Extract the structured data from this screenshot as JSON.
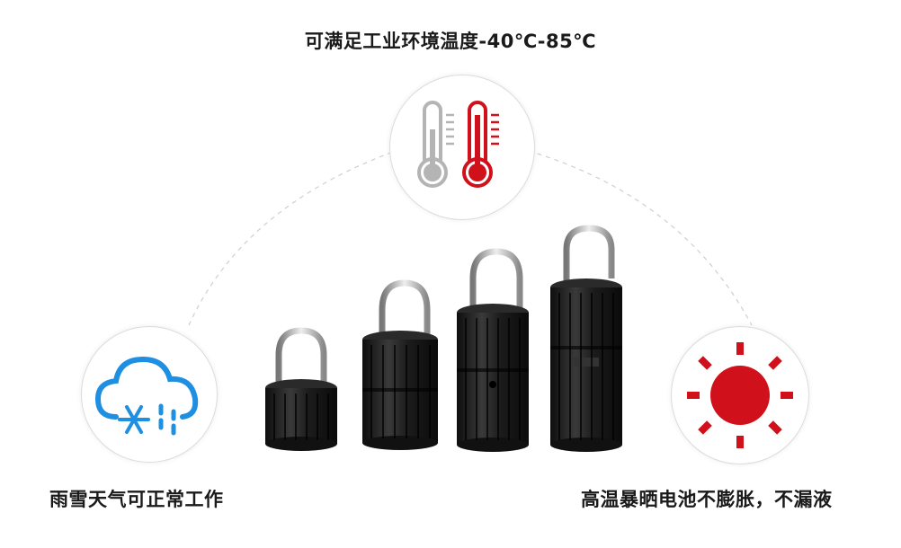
{
  "captions": {
    "top": "可满足工业环境温度-40℃-85℃",
    "left": "雨雪天气可正常工作",
    "right": "高温暴晒电池不膨胀，不漏液"
  },
  "icons": {
    "top": "thermometer-icon",
    "left": "snow-cloud-icon",
    "right": "sun-icon",
    "product": "padlock-device-set"
  },
  "colors": {
    "accent_red": "#d0101a",
    "accent_blue": "#1e8fe1",
    "neutral_gray": "#b4b4b4",
    "device_body": "#1c1c1c"
  }
}
